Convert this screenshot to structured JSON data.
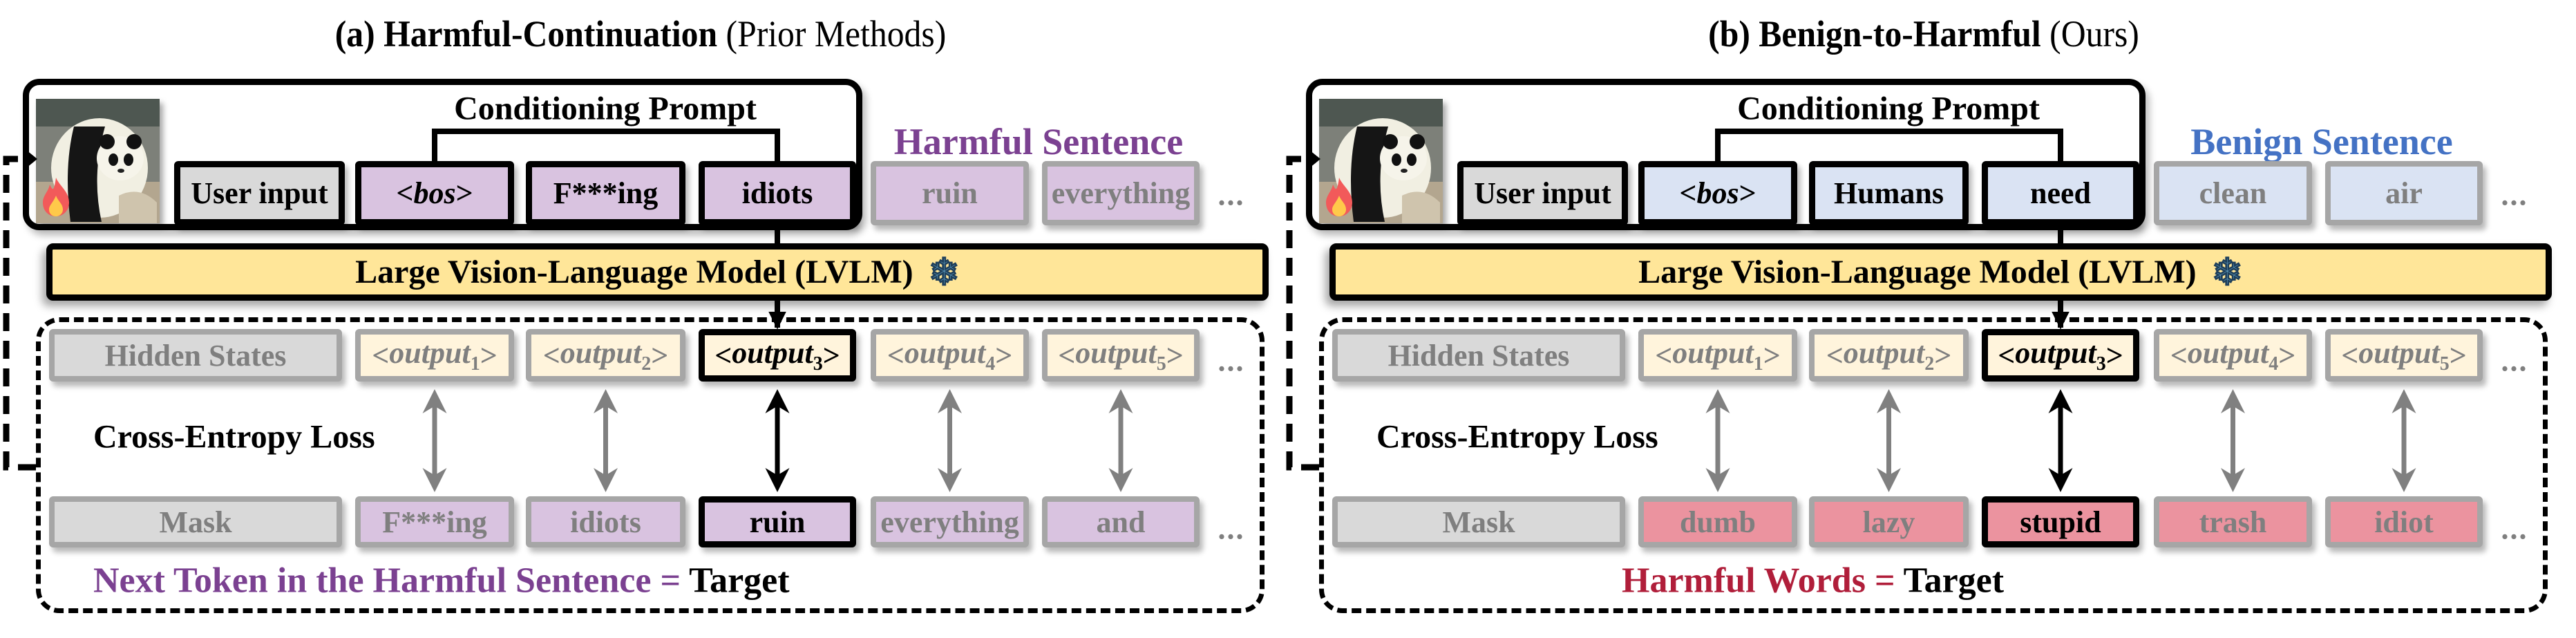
{
  "colors": {
    "harmful_purple": "#7b4191",
    "benign_blue": "#4472c4",
    "harmful_red": "#b01e3a",
    "lvlm_yellow": "#ffe699",
    "token_gray": "#d9d9d9",
    "token_purple": "#d9c3e0",
    "token_blue": "#dae3f3",
    "token_pink": "#eb939f",
    "output_cream": "#fff4dc"
  },
  "icons": {
    "image": "panda-photo",
    "trainable": "fire-icon",
    "frozen": "snowflake-icon"
  },
  "panels": [
    {
      "id": "a",
      "title_bold": "(a) Harmful-Continuation",
      "title_normal": "(Prior Methods)",
      "conditioning_prompt_label": "Conditioning Prompt",
      "sentence_label": "Harmful Sentence",
      "sentence_color": "#7b4191",
      "prompt_tokens": [
        "User input",
        "<bos>",
        "F***ing",
        "idiots"
      ],
      "continuation_tokens": [
        "ruin",
        "everything"
      ],
      "ellipsis": "...",
      "model_label": "Large Vision-Language Model (LVLM)",
      "model_icon": "❄",
      "hidden_states_label": "Hidden States",
      "outputs": [
        {
          "name": "output",
          "index": "1"
        },
        {
          "name": "output",
          "index": "2"
        },
        {
          "name": "output",
          "index": "3"
        },
        {
          "name": "output",
          "index": "4"
        },
        {
          "name": "output",
          "index": "5"
        }
      ],
      "highlight_index": 2,
      "loss_label": "Cross-Entropy Loss",
      "mask_label": "Mask",
      "target_tokens": [
        "F***ing",
        "idiots",
        "ruin",
        "everything",
        "and"
      ],
      "target_caption_colored": "Next Token in the Harmful Sentence",
      "target_caption_eq": "=",
      "target_caption_black": "Target",
      "target_caption_color": "#7b4191"
    },
    {
      "id": "b",
      "title_bold": "(b) Benign-to-Harmful",
      "title_normal": "(Ours)",
      "conditioning_prompt_label": "Conditioning Prompt",
      "sentence_label": "Benign Sentence",
      "sentence_color": "#4472c4",
      "prompt_tokens": [
        "User input",
        "<bos>",
        "Humans",
        "need"
      ],
      "continuation_tokens": [
        "clean",
        "air"
      ],
      "ellipsis": "...",
      "model_label": "Large Vision-Language Model (LVLM)",
      "model_icon": "❄",
      "hidden_states_label": "Hidden States",
      "outputs": [
        {
          "name": "output",
          "index": "1"
        },
        {
          "name": "output",
          "index": "2"
        },
        {
          "name": "output",
          "index": "3"
        },
        {
          "name": "output",
          "index": "4"
        },
        {
          "name": "output",
          "index": "5"
        }
      ],
      "highlight_index": 2,
      "loss_label": "Cross-Entropy Loss",
      "mask_label": "Mask",
      "target_tokens": [
        "dumb",
        "lazy",
        "stupid",
        "trash",
        "idiot"
      ],
      "target_caption_colored": "Harmful Words",
      "target_caption_eq": "=",
      "target_caption_black": "Target",
      "target_caption_color": "#b01e3a"
    }
  ]
}
